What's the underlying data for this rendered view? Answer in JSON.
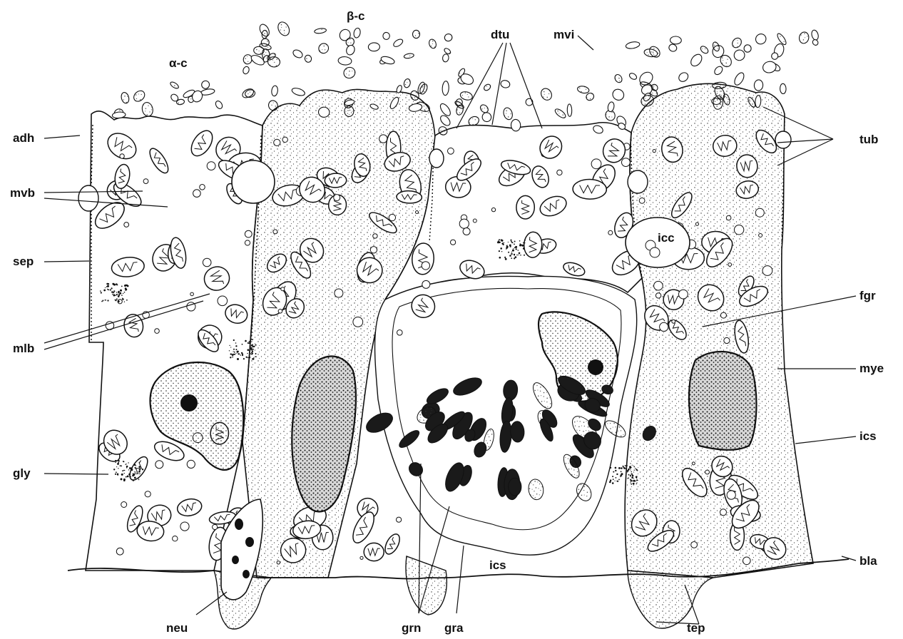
{
  "labels": {
    "alpha_c": "α-c",
    "beta_c": "β-c",
    "dtu": "dtu",
    "mvi": "mvi",
    "adh": "adh",
    "tub": "tub",
    "mvb": "mvb",
    "icc": "icc",
    "sep": "sep",
    "fgr": "fgr",
    "mlb": "mlb",
    "mye": "mye",
    "ics_right": "ics",
    "gly": "gly",
    "ics_center": "ics",
    "bla": "bla",
    "neu": "neu",
    "grn": "grn",
    "gra": "gra",
    "tep": "tep"
  },
  "colors": {
    "ink": "#111111",
    "background": "#ffffff",
    "stipple": "#555555"
  }
}
